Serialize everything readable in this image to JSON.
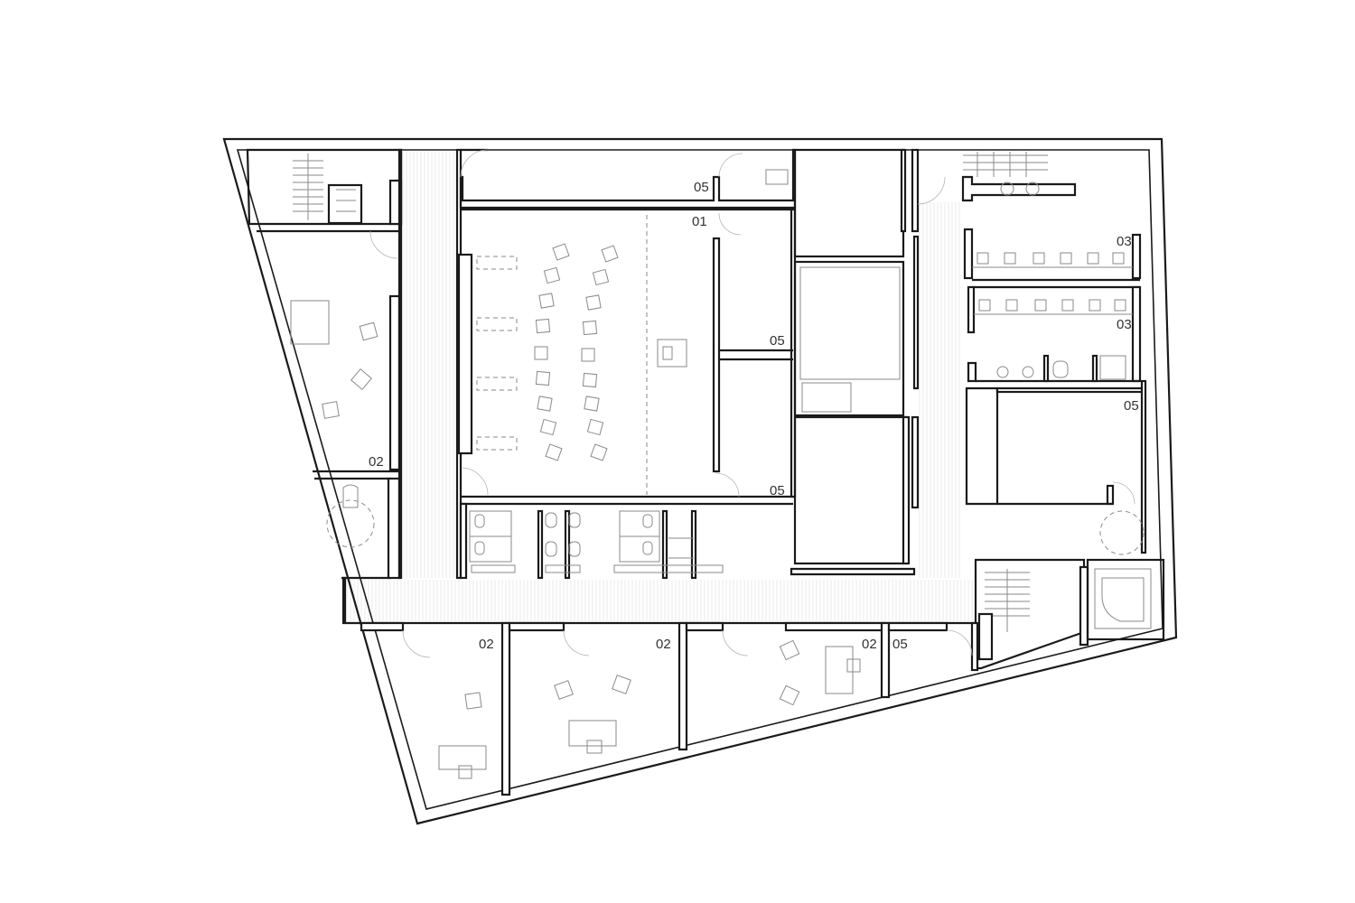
{
  "rooms": [
    {
      "code": "01"
    },
    {
      "code": "02"
    },
    {
      "code": "03"
    },
    {
      "code": "05"
    }
  ],
  "colors": {
    "wall": "#1a1a1a",
    "furniture": "#8a8a8a",
    "corridor": "#e2e2e2"
  }
}
